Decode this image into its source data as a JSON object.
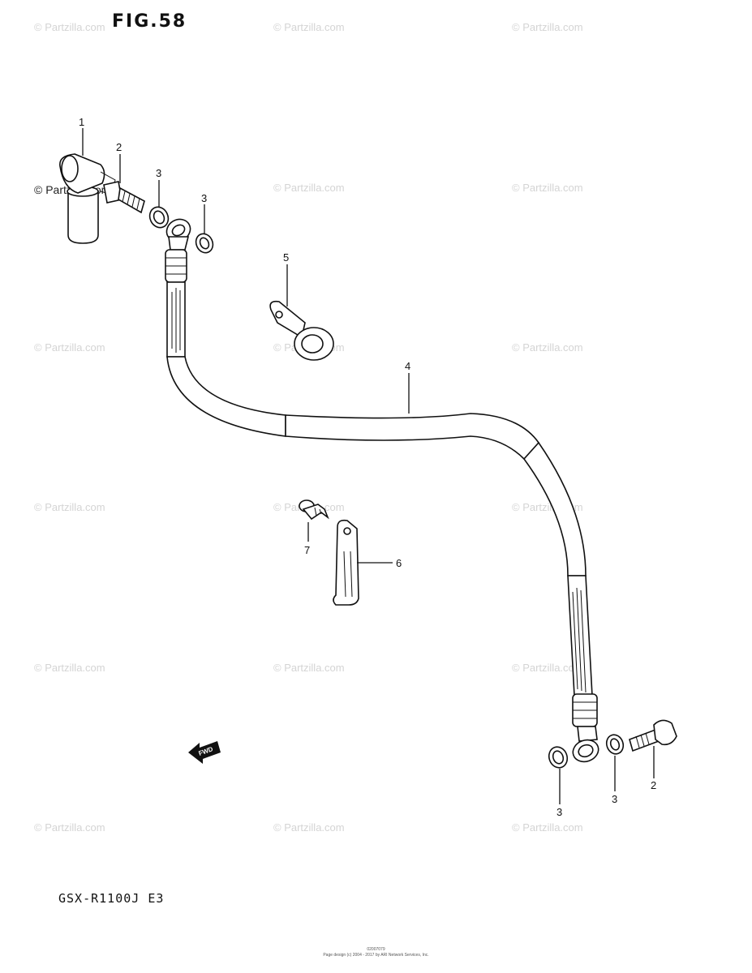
{
  "figure": {
    "title": "FIG.58"
  },
  "model": {
    "label": "GSX-R1100J E3"
  },
  "watermark": {
    "text": "© Partzilla.com"
  },
  "callouts": {
    "c1": "1",
    "c2a": "2",
    "c3a": "3",
    "c3b": "3",
    "c4": "4",
    "c5": "5",
    "c6": "6",
    "c7": "7",
    "c3c": "3",
    "c3d": "3",
    "c2b": "2"
  },
  "fwd": {
    "label": "FWD"
  },
  "footer": {
    "line1": "02007079",
    "line2": "Page design (c) 2004 - 2017 by ARI Network Services, Inc."
  }
}
